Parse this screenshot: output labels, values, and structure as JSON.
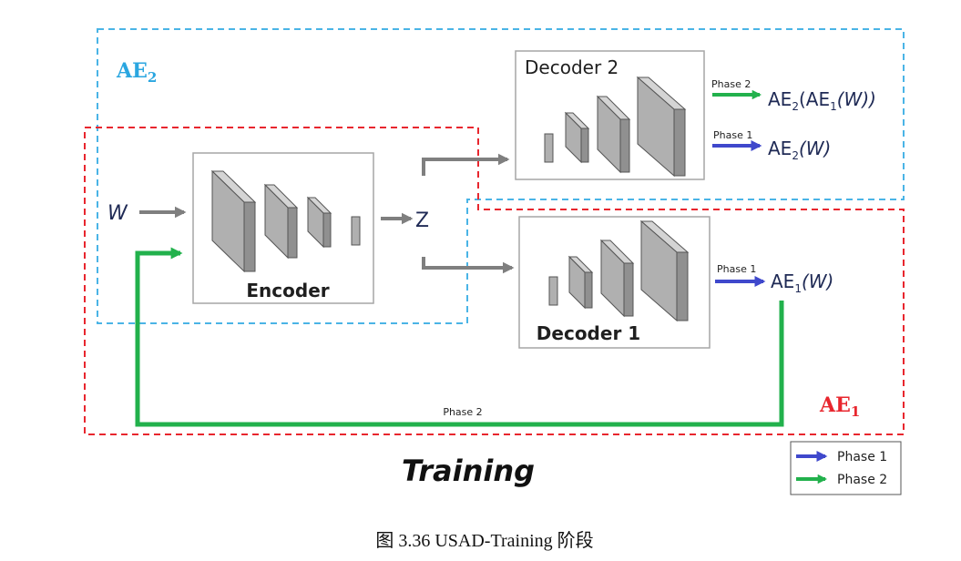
{
  "diagram": {
    "ae2_label": {
      "main": "AE",
      "sub": "2"
    },
    "ae1_label": {
      "main": "AE",
      "sub": "1"
    },
    "input_label": "W",
    "encoder_label": "Encoder",
    "latent_label": "Z",
    "decoder2_label": "Decoder 2",
    "decoder1_label": "Decoder 1",
    "outputs": {
      "ae2_ae1": {
        "phase": "Phase 2",
        "a": "AE",
        "a_sub": "2",
        "b": "(AE",
        "b_sub": "1",
        "c": "(W))"
      },
      "ae2": {
        "phase": "Phase 1",
        "a": "AE",
        "a_sub": "2",
        "c": "(W)"
      },
      "ae1": {
        "phase": "Phase 1",
        "a": "AE",
        "a_sub": "1",
        "c": "(W)"
      }
    },
    "feedback_label": "Phase 2",
    "title": "Training",
    "legend": [
      {
        "label": "Phase 1",
        "color": "#3f48cc"
      },
      {
        "label": "Phase 2",
        "color": "#22b14c"
      }
    ],
    "colors": {
      "ae2_box": "#4ab4e6",
      "ae1_box": "#e8262e",
      "ae2_text": "#2aa6e0",
      "ae1_text": "#e8262e",
      "phase1": "#3f48cc",
      "phase2": "#22b14c",
      "flow_arrow": "#7f7f7f"
    }
  },
  "caption": "图 3.36 USAD-Training 阶段"
}
